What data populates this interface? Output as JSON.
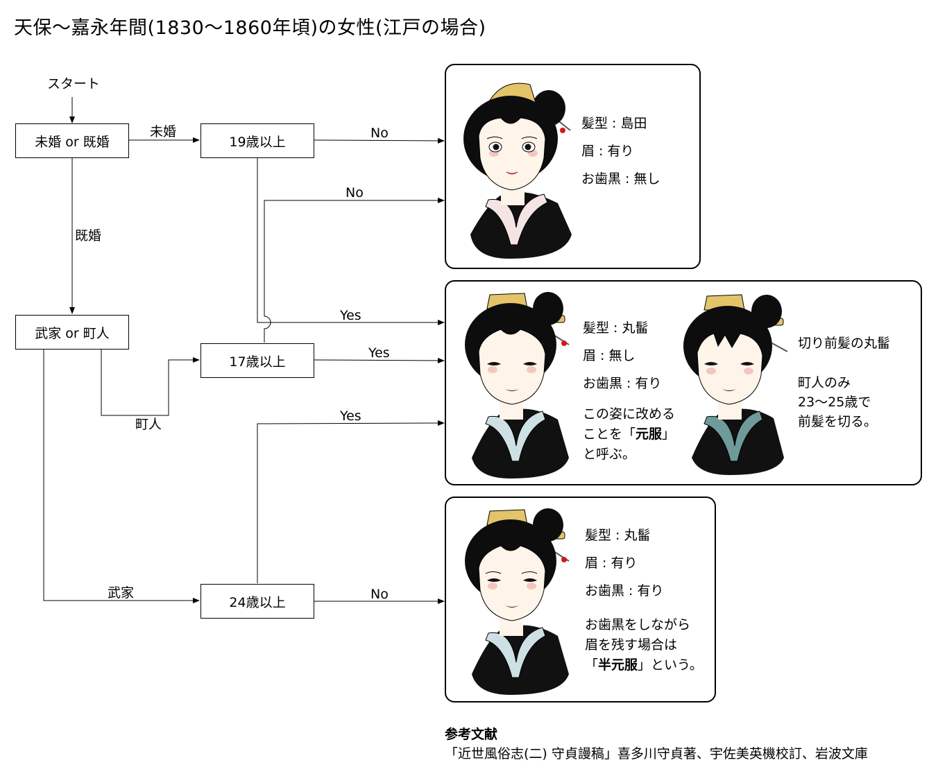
{
  "title": "天保〜嘉永年間(1830〜1860年頃)の女性(江戸の場合)",
  "flow": {
    "start": "スタート",
    "boxes": {
      "married_or_unmarried": "未婚 or 既婚",
      "age19": "19歳以上",
      "samurai_or_townsman": "武家 or 町人",
      "age17": "17歳以上",
      "age24": "24歳以上"
    },
    "labels": {
      "unmarried": "未婚",
      "married": "既婚",
      "townsman": "町人",
      "samurai": "武家",
      "no1": "No",
      "no2": "No",
      "yes1": "Yes",
      "yes2": "Yes",
      "yes3": "Yes",
      "no3": "No"
    }
  },
  "panels": {
    "p1": {
      "lines": [
        "髪型 : 島田",
        "眉 : 有り",
        "お歯黒 : 無し"
      ]
    },
    "p2": {
      "lines": [
        "髪型 : 丸髷",
        "眉 : 無し",
        "お歯黒 : 有り"
      ],
      "note": [
        "この姿に改める",
        "ことを「元服」",
        "と呼ぶ。"
      ],
      "note_bold": "元服",
      "right_title": "切り前髪の丸髷",
      "right_note": [
        "町人のみ",
        "23〜25歳で",
        "前髪を切る。"
      ]
    },
    "p3": {
      "lines": [
        "髪型 : 丸髷",
        "眉 : 有り",
        "お歯黒 : 有り"
      ],
      "note": [
        "お歯黒をしながら",
        "眉を残す場合は",
        "「半元服」という。"
      ],
      "note_bold": "半元服"
    }
  },
  "references": {
    "heading": "参考文献",
    "text": "「近世風俗志(二) 守貞謾稿」喜多川守貞著、宇佐美英機校訂、岩波文庫"
  },
  "colors": {
    "hair": "#0d0d0d",
    "comb": "#e3c469",
    "skin": "#fff4ea",
    "cheek": "#f5c6c0",
    "kimono_black": "#111111",
    "collar_pink": "#f4e4e4",
    "collar_blue": "#cfe0e4",
    "collar_teal": "#6f9a9a",
    "hairpin_red": "#d21a1a"
  },
  "icons": [
    "woman-shimada-illustration",
    "woman-marumage-illustration",
    "woman-kirimaegami-illustration",
    "woman-hangenpuku-illustration"
  ]
}
